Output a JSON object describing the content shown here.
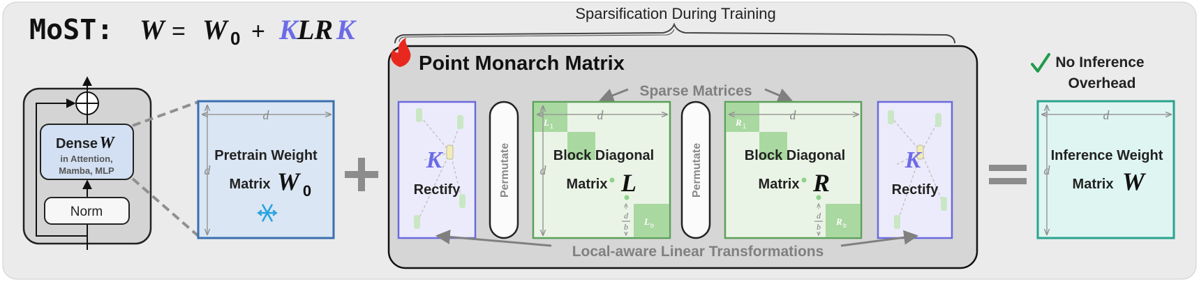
{
  "header": {
    "most_prefix": "MoST:",
    "equation": {
      "w": "W",
      "eq": "=",
      "w0": "W",
      "w0_sub": "0",
      "plus": "+",
      "k1": "K",
      "lr": "LR",
      "k2": "K"
    }
  },
  "training_label": "Sparsification During Training",
  "transformer_block": {
    "dense_title": "Dense",
    "dense_symbol": "W",
    "dense_sub": [
      "in Attention,",
      "Mamba, MLP"
    ],
    "norm_label": "Norm",
    "add_symbol": "⊕"
  },
  "pretrain_matrix": {
    "line1": "Pretrain Weight",
    "line2": "Matrix",
    "symbol": "W",
    "symbol_sub": "0",
    "dim_top": "d",
    "dim_left": "d",
    "frozen_icon": "snowflake-icon"
  },
  "big_plus": "+",
  "monarch": {
    "title": "Point Monarch Matrix",
    "sparse_label": "Sparse Matrices",
    "local_label": "Local-aware Linear Transformations",
    "fire_icon": "fire-icon",
    "rectify_left": {
      "symbol": "K",
      "label": "Rectify"
    },
    "permutate_1": "Permutate",
    "block_l": {
      "line1": "Block Diagonal",
      "line2": "Matrix",
      "symbol": "L",
      "first_block": "L",
      "first_block_sub": "1",
      "last_block": "L",
      "last_block_sub": "b",
      "dim_top": "d",
      "dim_left": "d",
      "frac_num": "d",
      "frac_den": "b"
    },
    "permutate_2": "Permutate",
    "block_r": {
      "line1": "Block Diagonal",
      "line2": "Matrix",
      "symbol": "R",
      "first_block": "R",
      "first_block_sub": "1",
      "last_block": "R",
      "last_block_sub": "b",
      "dim_top": "d",
      "frac_num": "d",
      "frac_den": "b"
    },
    "rectify_right": {
      "symbol": "K",
      "label": "Rectify"
    }
  },
  "equals": "=",
  "result": {
    "check_icon": "check-icon",
    "note_line1": "No Inference",
    "note_line2": "Overhead",
    "line1": "Inference Weight",
    "line2": "Matrix",
    "symbol": "W",
    "dim_top": "d",
    "dim_left": "d"
  },
  "colors": {
    "panel_bg": "#ebebeb",
    "inner_panel": "#d6d6d6",
    "pretrain_fill": "#dae6f3",
    "pretrain_border": "#3a6fb0",
    "rectify_fill": "#ecebfb",
    "rectify_border": "#6a6ae0",
    "k_symbol": "#6b6be8",
    "block_fill": "#eaf4e6",
    "block_border": "#5aa05a",
    "block_diag": "#a9d8a0",
    "result_fill": "#dff5f1",
    "result_border": "#2aa38f",
    "check": "#1f9a4a",
    "fire": "#e8281e",
    "snowflake": "#29a3e0"
  }
}
